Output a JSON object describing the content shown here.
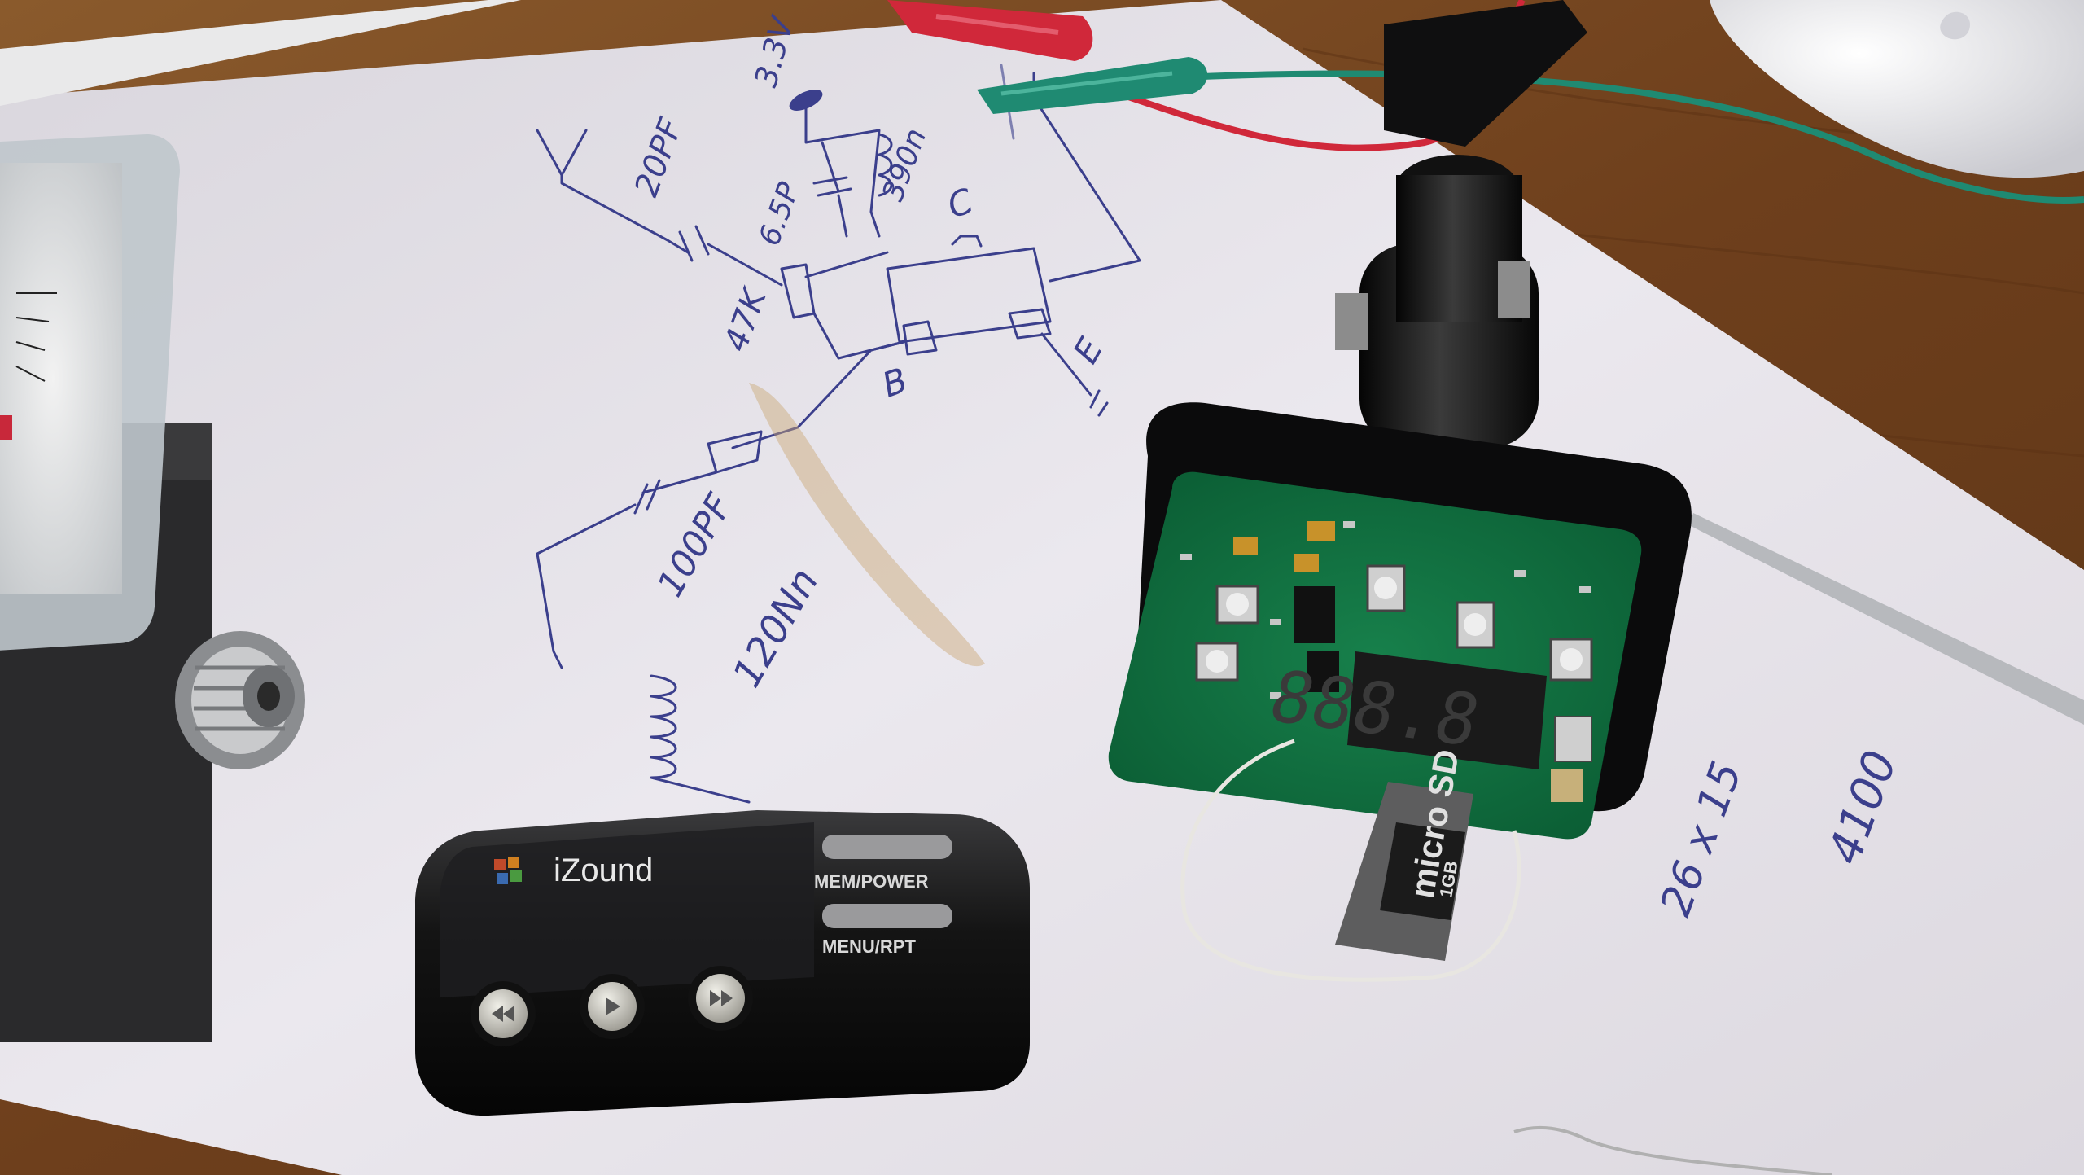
{
  "schematic": {
    "label_voltage": "3.3V",
    "label_cap_20pf": "20PF",
    "label_cap_65": "6.5P",
    "label_ind_390": "390n",
    "label_res_47k": "47K",
    "label_c": "C",
    "label_b": "B",
    "label_e": "E",
    "label_cap_100pf": "100PF",
    "label_ind_120": "120Nn",
    "label_dims": "26 x 15",
    "label_freq": "4100"
  },
  "remote": {
    "brand": "iZound",
    "button_mem": "MEM/POWER",
    "button_menu": "MENU/RPT"
  },
  "pcb": {
    "display_digits": "888.8"
  },
  "sd_card": {
    "brand": "micro SD",
    "capacity": "1GB"
  },
  "colors": {
    "table_wood": "#7a4a22",
    "paper": "#e6e3ea",
    "pcb_green": "#0e6b3e",
    "ink_blue": "#3b3f8c",
    "clip_red": "#d0283a",
    "clip_green": "#1f8a72"
  }
}
